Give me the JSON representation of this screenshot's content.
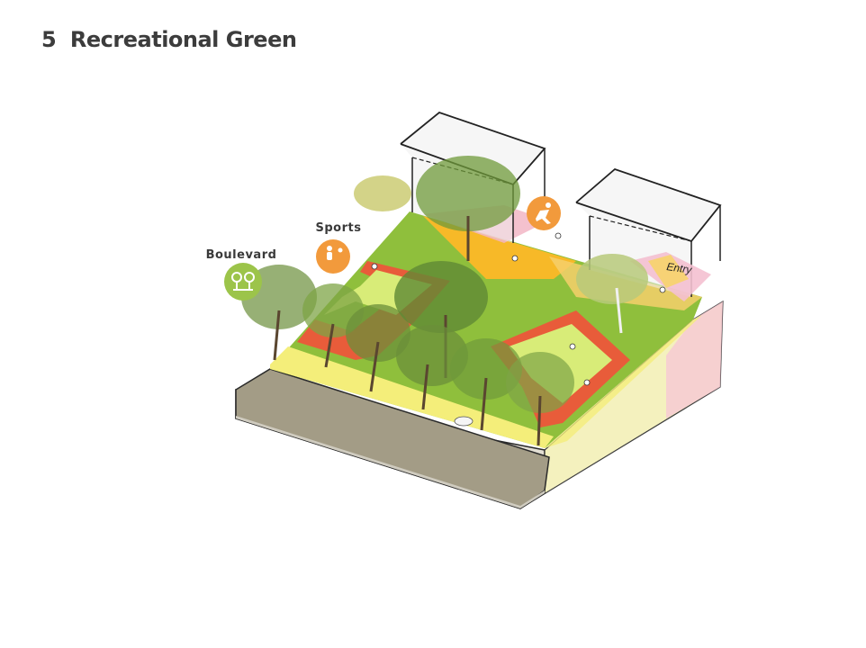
{
  "title": {
    "number": "5",
    "text": "Recreational Green"
  },
  "labels": {
    "boulevard": "Boulevard",
    "sports": "Sports",
    "entry": "Entry"
  },
  "icons": {
    "boulevard": "trees-icon",
    "sports": "ball-player-icon",
    "running": "runner-icon"
  },
  "colors": {
    "lawn": "#8fbf3c",
    "track": "#e85c3a",
    "court": "#d8ec78",
    "boulevard_strip": "#f4ee7a",
    "plaza": "#f7b928",
    "pink_zone": "#f2b6c6",
    "boulevard_badge": "#9cc44a",
    "sports_badge": "#f29a3c",
    "road": "#a39c86",
    "base": "#e3dfd4"
  }
}
